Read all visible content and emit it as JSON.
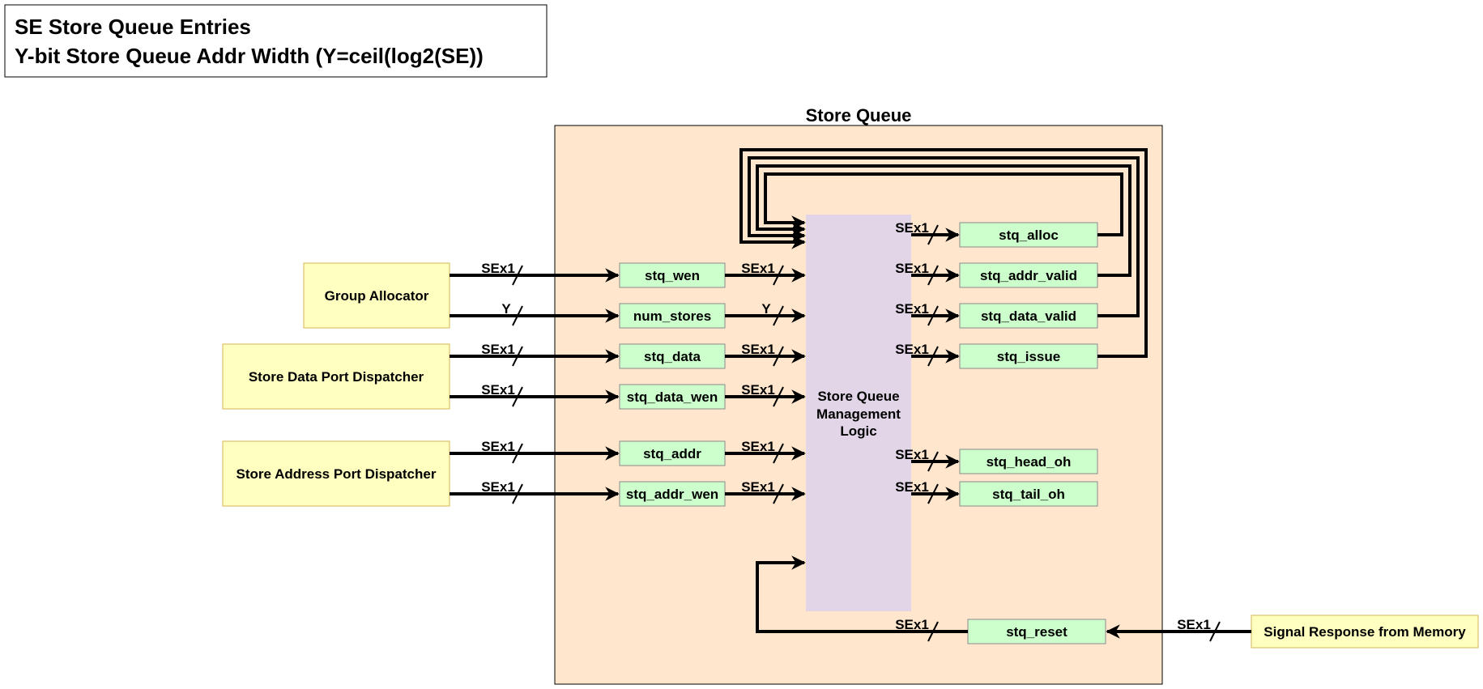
{
  "legend": {
    "line1": "SE Store Queue Entries",
    "line2": "Y-bit Store Queue Addr Width (Y=ceil(log2(SE))"
  },
  "store_queue": {
    "title": "Store Queue",
    "logic_lines": [
      "Store Queue",
      "Management",
      "Logic"
    ]
  },
  "external_blocks": {
    "group_allocator": "Group Allocator",
    "data_dispatcher": "Store Data Port Dispatcher",
    "addr_dispatcher": "Store Address Port Dispatcher",
    "memory_response": "Signal Response from Memory"
  },
  "inputs": {
    "stq_wen": "stq_wen",
    "num_stores": "num_stores",
    "stq_data": "stq_data",
    "stq_data_wen": "stq_data_wen",
    "stq_addr": "stq_addr",
    "stq_addr_wen": "stq_addr_wen"
  },
  "outputs": {
    "stq_alloc": "stq_alloc",
    "stq_addr_valid": "stq_addr_valid",
    "stq_data_valid": "stq_data_valid",
    "stq_issue": "stq_issue",
    "stq_head_oh": "stq_head_oh",
    "stq_tail_oh": "stq_tail_oh",
    "stq_reset": "stq_reset"
  },
  "widths": {
    "sex1": "SEx1",
    "y": "Y"
  },
  "colors": {
    "queue_fill": "#ffe6cc",
    "logic_fill": "#e1d5e7",
    "reg_fill": "#ccffcc",
    "reg_stroke": "#8a8a8a",
    "ext_fill": "#ffffc0",
    "ext_stroke": "#d6b656"
  }
}
